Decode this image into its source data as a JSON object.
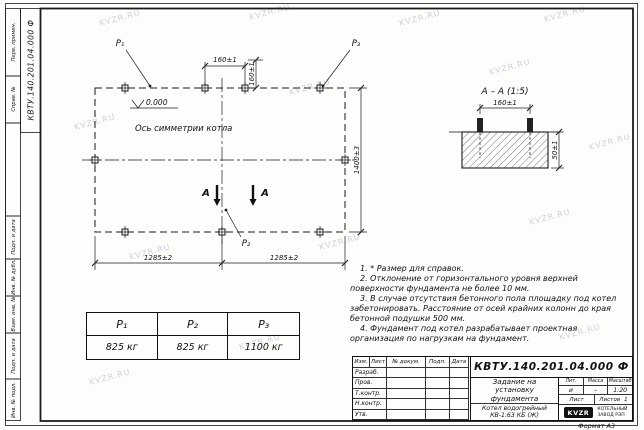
{
  "page": {
    "watermark": "KVZR.RU",
    "format_label": "Формат А3"
  },
  "margin": {
    "doc_number": "КВТУ.140.201.04.000 Ф",
    "labels": [
      "Перв. примен.",
      "Справ. №",
      "Подп. и дата",
      "Инв. № дубл.",
      "Взам. инв. №",
      "Подп. и дата",
      "Инв. № подл."
    ]
  },
  "plan": {
    "p1": "P₁",
    "p2": "P₂",
    "p3": "P₃",
    "elevation": "0.000",
    "axis_label": "Ось симметрии котла",
    "dim_bolt_h": "160±1",
    "dim_bolt_v": "160±1",
    "dim_depth": "1400±3",
    "dim_span_left": "1285±2",
    "dim_span_right": "1285±2",
    "section_letter_left": "А",
    "section_letter_right": "А"
  },
  "section": {
    "title": "А – А (1:5)",
    "dim_bolts": "160±1",
    "dim_height": "50±1"
  },
  "notes": {
    "items": [
      "1. * Размер для справок.",
      "2. Отклонение от горизонтального уровня верхней поверхности фундамента не более 10 мм.",
      "3. В случае отсутствия бетонного пола площадку под котел забетонировать. Расстояние от осей крайних колонн до края бетонной подушки 500 мм.",
      "4. Фундамент под котел разрабатывает проектная организация по нагрузкам на фундамент."
    ]
  },
  "load_table": {
    "headers": [
      "P₁",
      "P₂",
      "P₃"
    ],
    "values": [
      "825 кг",
      "825 кг",
      "1100 кг"
    ]
  },
  "title_block": {
    "doc_number": "КВТУ.140.201.04.000 Ф",
    "doc_title": "Задание на\nустановку\nфундамента",
    "product": "Котел водогрейный\nКВ-1.63 КБ (Ж)",
    "cols": [
      "Изм.",
      "Лист",
      "№ докум.",
      "Подп.",
      "Дата"
    ],
    "rows": [
      "Разраб.",
      "Пров.",
      "Т.контр.",
      "Н.контр.",
      "Утв."
    ],
    "lit_label": "Лит.",
    "lit_value": "и",
    "mass_label": "Масса",
    "mass_value": "–",
    "scale_label": "Масштаб",
    "scale_value": "1:20",
    "sheet_label": "Лист",
    "sheets_label": "Листов",
    "sheets_value": "1",
    "logo_text": "KVZR",
    "company": "КОТЕЛЬНЫЙ\nЗАВОД РЭП"
  }
}
